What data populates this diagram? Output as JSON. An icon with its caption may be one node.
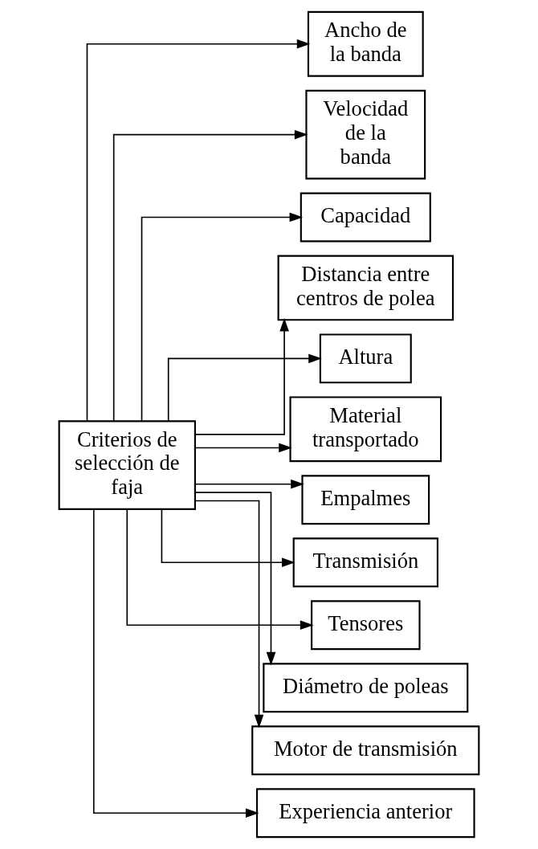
{
  "diagram": {
    "nodes": [
      {
        "text": [
          "Criterios de selección de faja"
        ]
      },
      {
        "text": [
          "Ancho de la banda"
        ]
      },
      {
        "text": [
          "Velocidad de la banda"
        ]
      },
      {
        "text": [
          "Capacidad"
        ]
      },
      {
        "text": [
          "Distancia entre centros de polea"
        ]
      },
      {
        "text": [
          "Altura"
        ]
      },
      {
        "text": [
          "Material transportado"
        ]
      },
      {
        "text": [
          "Empalmes"
        ]
      },
      {
        "text": [
          "Transmisión"
        ]
      },
      {
        "text": [
          "Tensores"
        ]
      },
      {
        "text": [
          "Diámetro de poleas"
        ]
      },
      {
        "text": [
          "Motor de transmisión"
        ]
      },
      {
        "text": [
          "Experiencia anterior"
        ]
      }
    ],
    "edges": [
      {
        "from": 0,
        "to": 1,
        "arrow": "to"
      },
      {
        "from": 0,
        "to": 2,
        "arrow": "to"
      },
      {
        "from": 0,
        "to": 3,
        "arrow": "to"
      },
      {
        "from": 0,
        "to": 4,
        "arrow": "to"
      },
      {
        "from": 0,
        "to": 5,
        "arrow": "to"
      },
      {
        "from": 0,
        "to": 6,
        "arrow": "to"
      },
      {
        "from": 0,
        "to": 7,
        "arrow": "to"
      },
      {
        "from": 0,
        "to": 8,
        "arrow": "to"
      },
      {
        "from": 0,
        "to": 9,
        "arrow": "to"
      },
      {
        "from": 0,
        "to": 10,
        "arrow": "to"
      },
      {
        "from": 0,
        "to": 11,
        "arrow": "to"
      },
      {
        "from": 0,
        "to": 12,
        "arrow": "to"
      }
    ]
  }
}
